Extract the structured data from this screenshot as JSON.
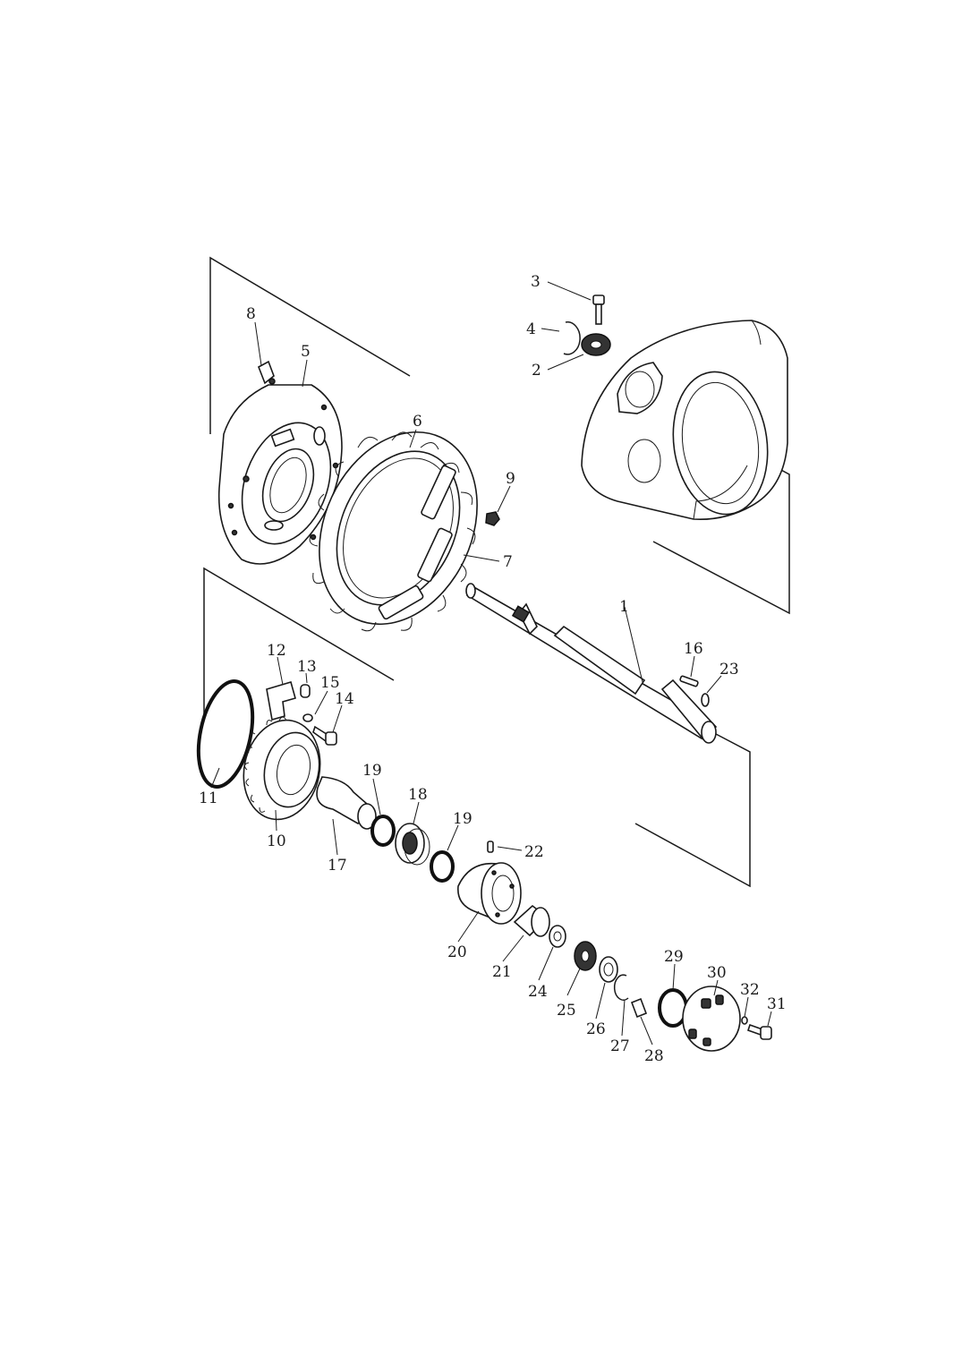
{
  "callouts": [
    {
      "label": "1"
    },
    {
      "label": "2"
    },
    {
      "label": "3"
    },
    {
      "label": "4"
    },
    {
      "label": "5"
    },
    {
      "label": "6"
    },
    {
      "label": "7"
    },
    {
      "label": "8"
    },
    {
      "label": "9"
    },
    {
      "label": "10"
    },
    {
      "label": "11"
    },
    {
      "label": "12"
    },
    {
      "label": "13"
    },
    {
      "label": "14"
    },
    {
      "label": "15"
    },
    {
      "label": "16"
    },
    {
      "label": "17"
    },
    {
      "label": "18"
    },
    {
      "label": "19"
    },
    {
      "label": "19"
    },
    {
      "label": "20"
    },
    {
      "label": "21"
    },
    {
      "label": "22"
    },
    {
      "label": "23"
    },
    {
      "label": "24"
    },
    {
      "label": "25"
    },
    {
      "label": "26"
    },
    {
      "label": "27"
    },
    {
      "label": "28"
    },
    {
      "label": "29"
    },
    {
      "label": "30"
    },
    {
      "label": "31"
    },
    {
      "label": "32"
    }
  ]
}
